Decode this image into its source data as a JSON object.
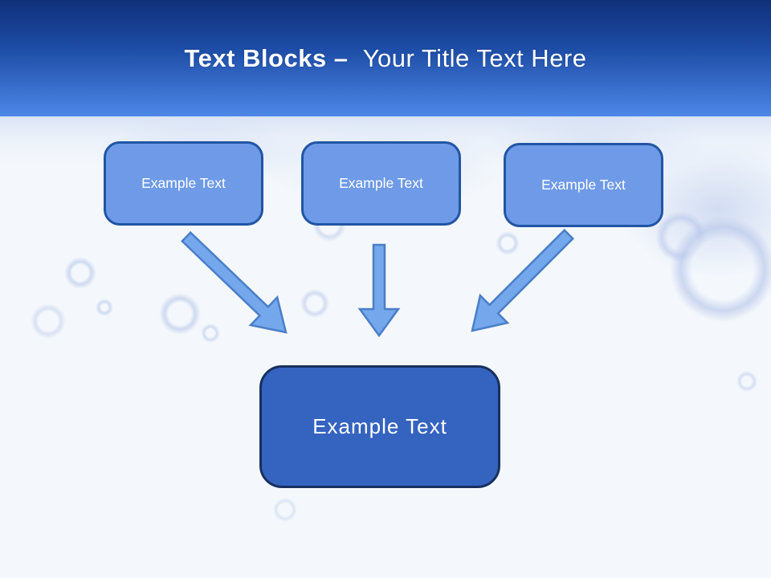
{
  "title": {
    "bold_part": "Text Blocks –",
    "regular_part": "Your Title Text Here"
  },
  "diagram": {
    "top_blocks": [
      {
        "label": "Example Text"
      },
      {
        "label": "Example Text"
      },
      {
        "label": "Example Text"
      }
    ],
    "center_block": {
      "label": "Example Text"
    },
    "arrows": [
      {
        "name": "arrow-left-to-center",
        "direction": "down-right"
      },
      {
        "name": "arrow-middle-to-center",
        "direction": "down"
      },
      {
        "name": "arrow-right-to-center",
        "direction": "down-left"
      }
    ]
  },
  "colors": {
    "header_gradient_top": "#10307a",
    "header_gradient_mid": "#1d4da6",
    "header_gradient_bottom": "#4d87e8",
    "canvas_bg": "#f4f8fc",
    "box_fill": "#6e9ae8",
    "box_border": "#2155a4",
    "box_text": "#ffffff",
    "arrow_fill": "#74a7ec",
    "arrow_border": "#4a7ec8",
    "center_fill": "#3563c0",
    "center_border": "#17305e",
    "center_text": "#ffffff"
  }
}
